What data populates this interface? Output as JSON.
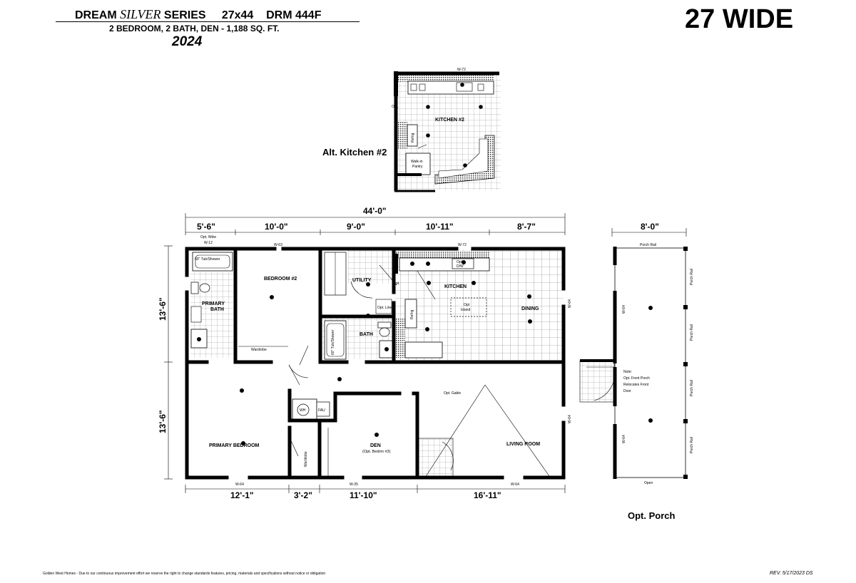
{
  "header": {
    "series_prefix": "DREAM",
    "series_name": "SILVER",
    "series_suffix": "SERIES",
    "size": "27x44",
    "model": "DRM 444F",
    "description": "2 BEDROOM, 2 BATH, DEN - 1,188 SQ. FT.",
    "year": "2024",
    "wide_label": "27 WIDE"
  },
  "captions": {
    "alt_kitchen": "Alt. Kitchen #2",
    "opt_porch": "Opt. Porch"
  },
  "dimensions": {
    "overall": "44'-0\"",
    "top": [
      "5'-6\"",
      "10'-0\"",
      "9'-0\"",
      "10'-11\"",
      "8'-7\""
    ],
    "bottom": [
      "12'-1\"",
      "3'-2\"",
      "11'-10\"",
      "16'-11\""
    ],
    "left": [
      "13'-6\"",
      "13'-6\""
    ],
    "porch_width": "8'-0\""
  },
  "rooms": {
    "primary_bath": "PRIMARY",
    "primary_bath_2": "BATH",
    "bedroom2": "BEDROOM #2",
    "utility": "UTILITY",
    "kitchen": "KITCHEN",
    "dining": "DINING",
    "bath": "BATH",
    "primary_bedroom": "PRIMARY BEDROOM",
    "den": "DEN",
    "den_note": "(Opt. Bedrm #3)",
    "living_room": "LIVING ROOM",
    "kitchen2": "KITCHEN #2",
    "walkin_pantry_1": "Walk-in",
    "walkin_pantry_2": "Pantry"
  },
  "labels": {
    "opt_wdw": "Opt. Wdw",
    "w12": "W-12",
    "w63": "W-63",
    "w72": "W-72",
    "w64": "W-64",
    "w35": "W-35",
    "tub_shower": "60\" Tub/Shower",
    "wardrobe": "Wardrobe",
    "opt": "Opt.",
    "opt_dw_1": "Opt.",
    "opt_dw_2": "D/W",
    "opt_island_1": "Opt",
    "opt_island_2": "Island",
    "refrig": "Refrig",
    "opt_gable": "Opt. Gable",
    "wh": "WH",
    "fau": "FAU",
    "opt_linen": "Opt. Linen",
    "porch_rail": "Porch Rail",
    "open": "Open",
    "note_1": "Note:",
    "note_2": "Opt. Front Porch",
    "note_3": "Relocates Front",
    "note_4": "Door"
  },
  "footer": {
    "disclaimer": "Golden West Homes - Due to our continuous improvement effort we reserve the right to change standards features, pricing, materials and specifications without notice or obligation",
    "revision": "REV. 5/17/2023 DS"
  }
}
